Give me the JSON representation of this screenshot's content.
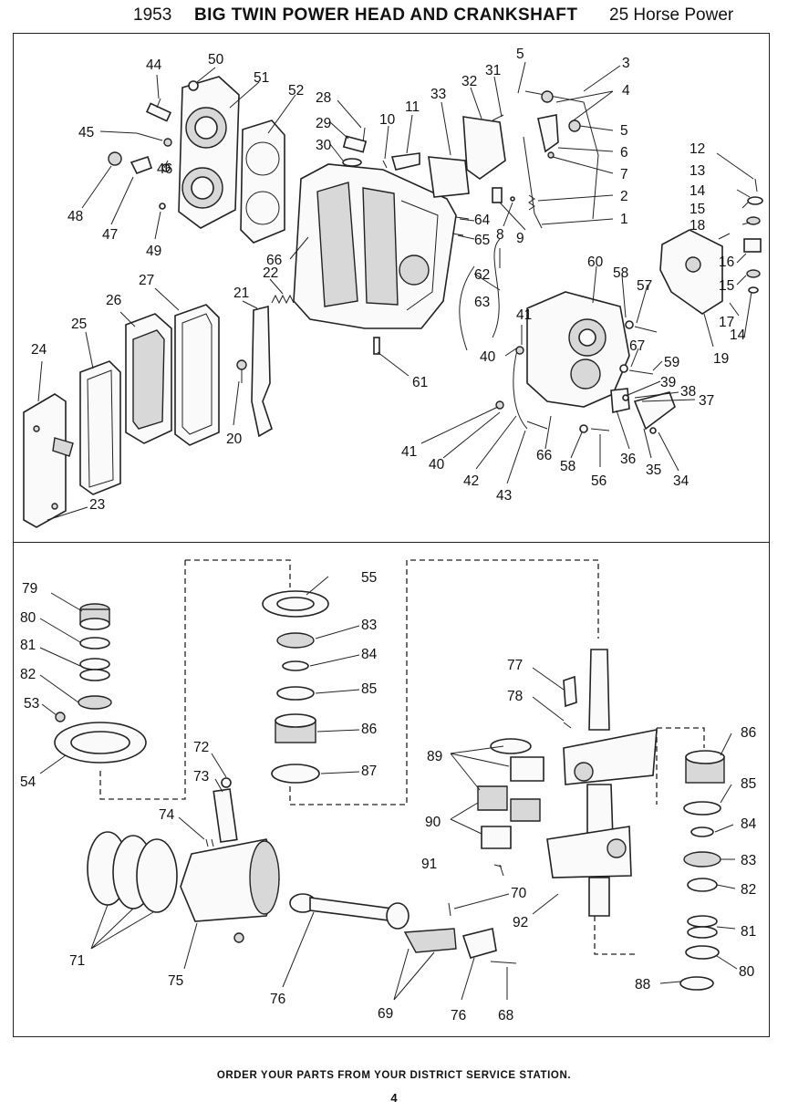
{
  "header": {
    "year": "1953",
    "title": "BIG TWIN POWER HEAD AND CRANKSHAFT",
    "horsepower": "25 Horse Power"
  },
  "footer": {
    "order_note": "ORDER YOUR PARTS FROM YOUR DISTRICT SERVICE STATION.",
    "page_number": "4"
  },
  "callouts": [
    "1",
    "2",
    "3",
    "4",
    "5",
    "6",
    "7",
    "8",
    "9",
    "10",
    "11",
    "12",
    "13",
    "14",
    "15",
    "16",
    "17",
    "18",
    "19",
    "20",
    "21",
    "22",
    "23",
    "24",
    "25",
    "26",
    "27",
    "28",
    "29",
    "30",
    "31",
    "32",
    "33",
    "34",
    "35",
    "36",
    "37",
    "38",
    "39",
    "40",
    "41",
    "42",
    "43",
    "44",
    "45",
    "46",
    "47",
    "48",
    "49",
    "50",
    "51",
    "52",
    "53",
    "54",
    "55",
    "56",
    "57",
    "58",
    "59",
    "60",
    "61",
    "62",
    "63",
    "64",
    "65",
    "66",
    "67",
    "68",
    "69",
    "70",
    "71",
    "72",
    "73",
    "74",
    "75",
    "76",
    "77",
    "78",
    "79",
    "80",
    "81",
    "82",
    "83",
    "84",
    "85",
    "86",
    "87",
    "88",
    "89",
    "90",
    "91",
    "92"
  ]
}
